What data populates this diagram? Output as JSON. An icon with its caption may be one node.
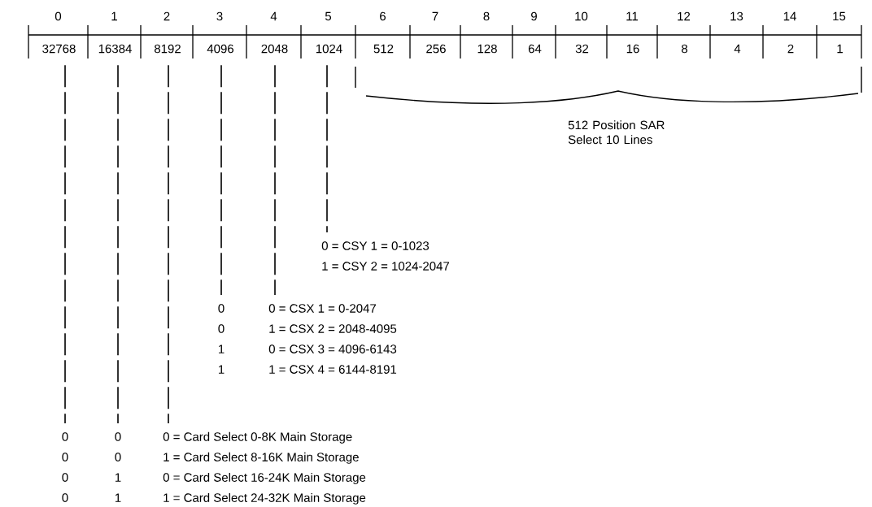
{
  "diagram": {
    "nodes": [
      {
        "text": [
          "0",
          "32768"
        ]
      },
      {
        "text": [
          "1",
          "16384"
        ]
      },
      {
        "text": [
          "2",
          "8192"
        ]
      },
      {
        "text": [
          "3",
          "4096"
        ]
      },
      {
        "text": [
          "4",
          "2048"
        ]
      },
      {
        "text": [
          "5",
          "1024"
        ]
      },
      {
        "text": [
          "6",
          "512"
        ]
      },
      {
        "text": [
          "7",
          "256"
        ]
      },
      {
        "text": [
          "8",
          "128"
        ]
      },
      {
        "text": [
          "9",
          "64"
        ]
      },
      {
        "text": [
          "10",
          "32"
        ]
      },
      {
        "text": [
          "11",
          "16"
        ]
      },
      {
        "text": [
          "12",
          "8"
        ]
      },
      {
        "text": [
          "13",
          "4"
        ]
      },
      {
        "text": [
          "14",
          "2"
        ]
      },
      {
        "text": [
          "15",
          "1"
        ]
      },
      {
        "text": [
          "0 = CSY 1 = 0-1023",
          "1 = CSY 2 = 1024-2047"
        ]
      },
      {
        "text": [
          "0 = CSX 1 = 0-2047",
          "1 = CSX 2 = 2048-4095",
          "0 = CSX 3 = 4096-6143",
          "1 = CSX 4 = 6144-8191"
        ]
      },
      {
        "text": [
          "0",
          "0",
          "1",
          "1"
        ]
      },
      {
        "text": [
          "0 = Card Select 0-8K Main Storage",
          "1 = Card Select 8-16K Main Storage",
          "0 = Card Select 16-24K Main Storage",
          "1 = Card Select 24-32K Main Storage"
        ]
      },
      {
        "text": [
          "0",
          "0",
          "1",
          "1"
        ]
      },
      {
        "text": [
          "0",
          "0",
          "0",
          "0"
        ]
      }
    ],
    "edges": [
      {
        "from": 0,
        "to": 21,
        "arrow": "none",
        "style": "dashed"
      },
      {
        "from": 1,
        "to": 20,
        "arrow": "none",
        "style": "dashed"
      },
      {
        "from": 2,
        "to": 19,
        "arrow": "none",
        "style": "dashed"
      },
      {
        "from": 3,
        "to": 18,
        "arrow": "none",
        "style": "dashed"
      },
      {
        "from": 4,
        "to": 17,
        "arrow": "none",
        "style": "dashed"
      },
      {
        "from": 5,
        "to": 16,
        "arrow": "none",
        "style": "dashed"
      }
    ],
    "labels": [
      "512 Position SAR Select 10 Lines"
    ]
  }
}
